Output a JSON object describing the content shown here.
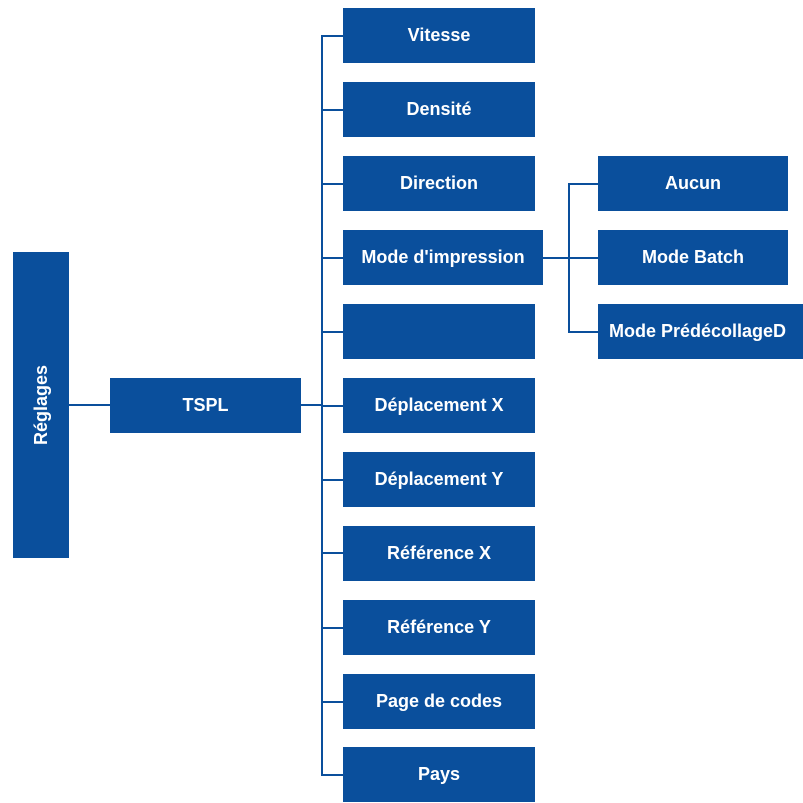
{
  "root": {
    "label": "Réglages"
  },
  "level1": {
    "label": "TSPL"
  },
  "level2": [
    {
      "label": "Vitesse"
    },
    {
      "label": "Densité"
    },
    {
      "label": "Direction"
    },
    {
      "label": "Mode d'impression"
    },
    {
      "label": ""
    },
    {
      "label": "Déplacement X"
    },
    {
      "label": "Déplacement Y"
    },
    {
      "label": "Référence X"
    },
    {
      "label": "Référence Y"
    },
    {
      "label": "Page de codes"
    },
    {
      "label": "Pays"
    }
  ],
  "level3": [
    {
      "label": "Aucun"
    },
    {
      "label": "Mode Batch"
    },
    {
      "label": "Mode PrédécollageD"
    }
  ],
  "colors": {
    "box_fill": "#0a4f9c",
    "text": "#ffffff",
    "connector": "#0a4f9c"
  }
}
